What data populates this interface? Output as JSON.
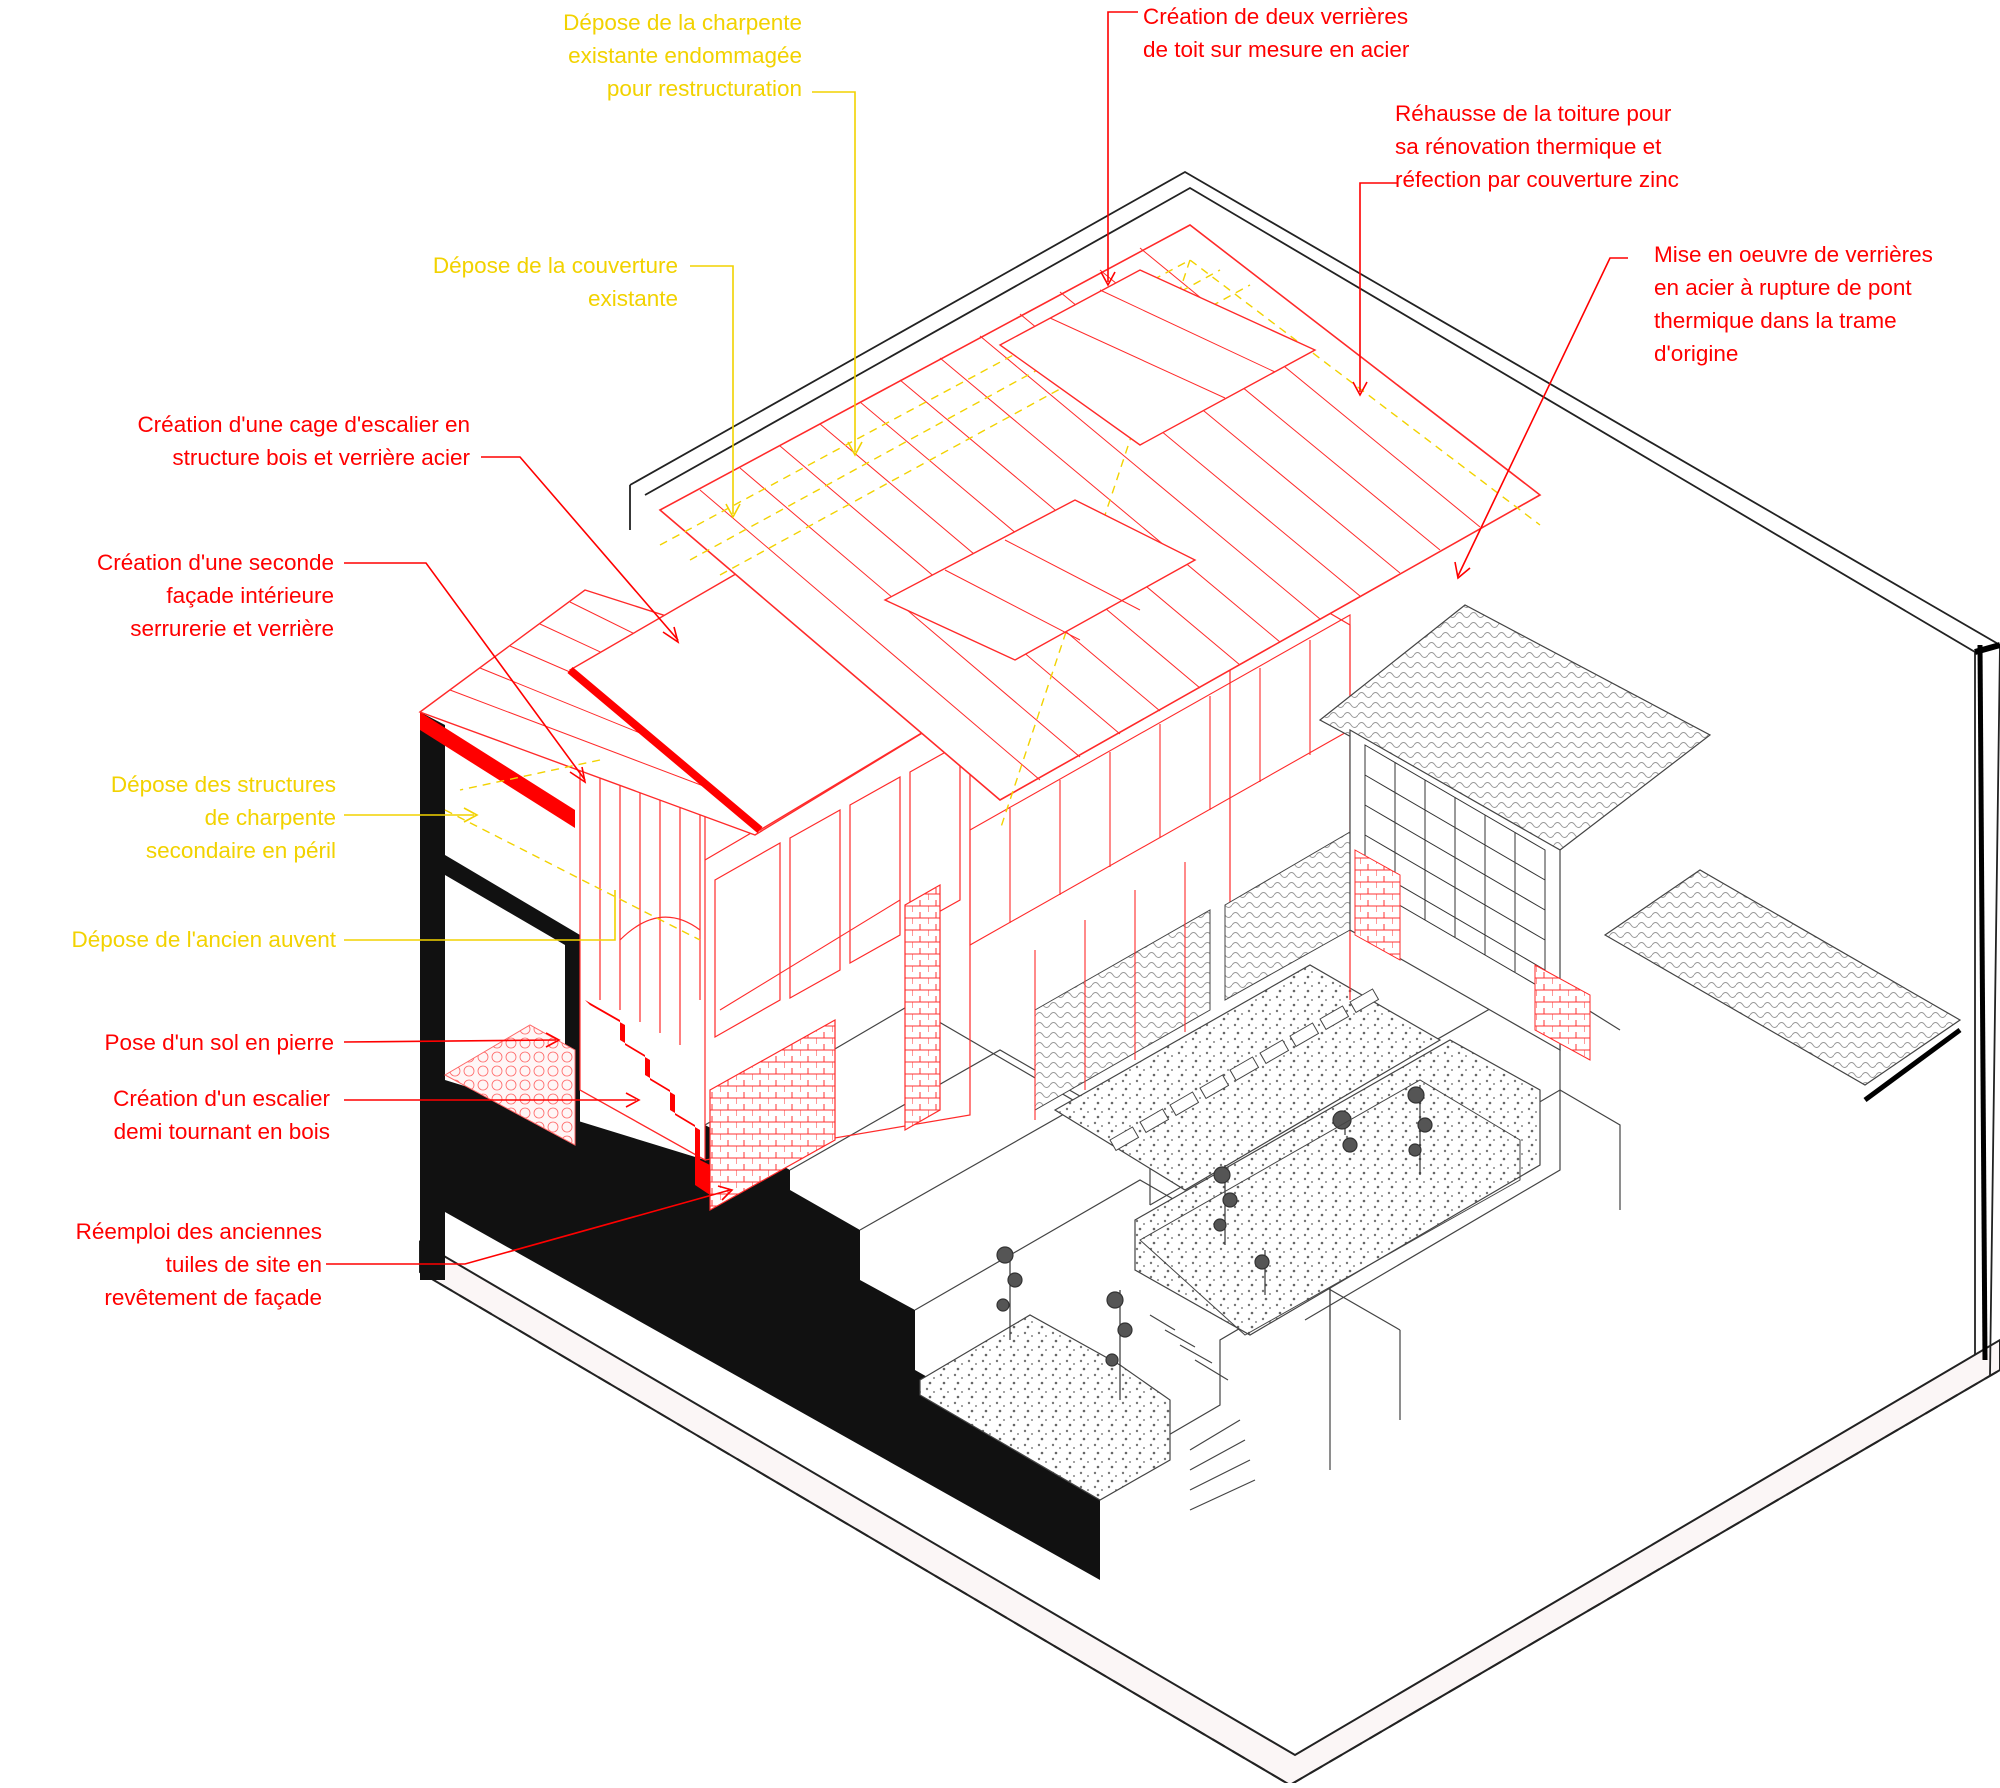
{
  "colors": {
    "demolition": "#f2d200",
    "creation": "#ff0000",
    "structure": "#1a1a1a",
    "ground": "#fbf6f6"
  },
  "annotations": {
    "charpente_depose": [
      "Dépose de la charpente",
      "existante endommagée",
      "pour restructuration"
    ],
    "couverture_depose": [
      "Dépose de la couverture",
      "existante"
    ],
    "cage_escalier": [
      "Création d'une cage d'escalier en",
      "structure bois et verrière acier"
    ],
    "seconde_facade": [
      "Création d'une seconde",
      "façade intérieure",
      "serrurerie et verrière"
    ],
    "charpente_secondaire": [
      "Dépose des structures",
      "de charpente",
      "secondaire en péril"
    ],
    "ancien_auvent": [
      "Dépose de l'ancien auvent"
    ],
    "sol_pierre": [
      "Pose d'un sol en pierre"
    ],
    "escalier_bois": [
      "Création d'un escalier",
      "demi tournant en bois"
    ],
    "reemploi_tuiles": [
      "Réemploi des anciennes",
      "tuiles de site en",
      "revêtement de façade"
    ],
    "verrieres_toit": [
      "Création de deux verrières",
      "de toit sur mesure en acier"
    ],
    "rehausse_toiture": [
      "Réhausse de la toiture pour",
      "sa rénovation thermique et",
      "réfection par couverture zinc"
    ],
    "verrieres_rupture": [
      "Mise en oeuvre de verrières",
      "en acier à rupture de pont",
      "thermique dans la trame",
      "d'origine"
    ]
  }
}
